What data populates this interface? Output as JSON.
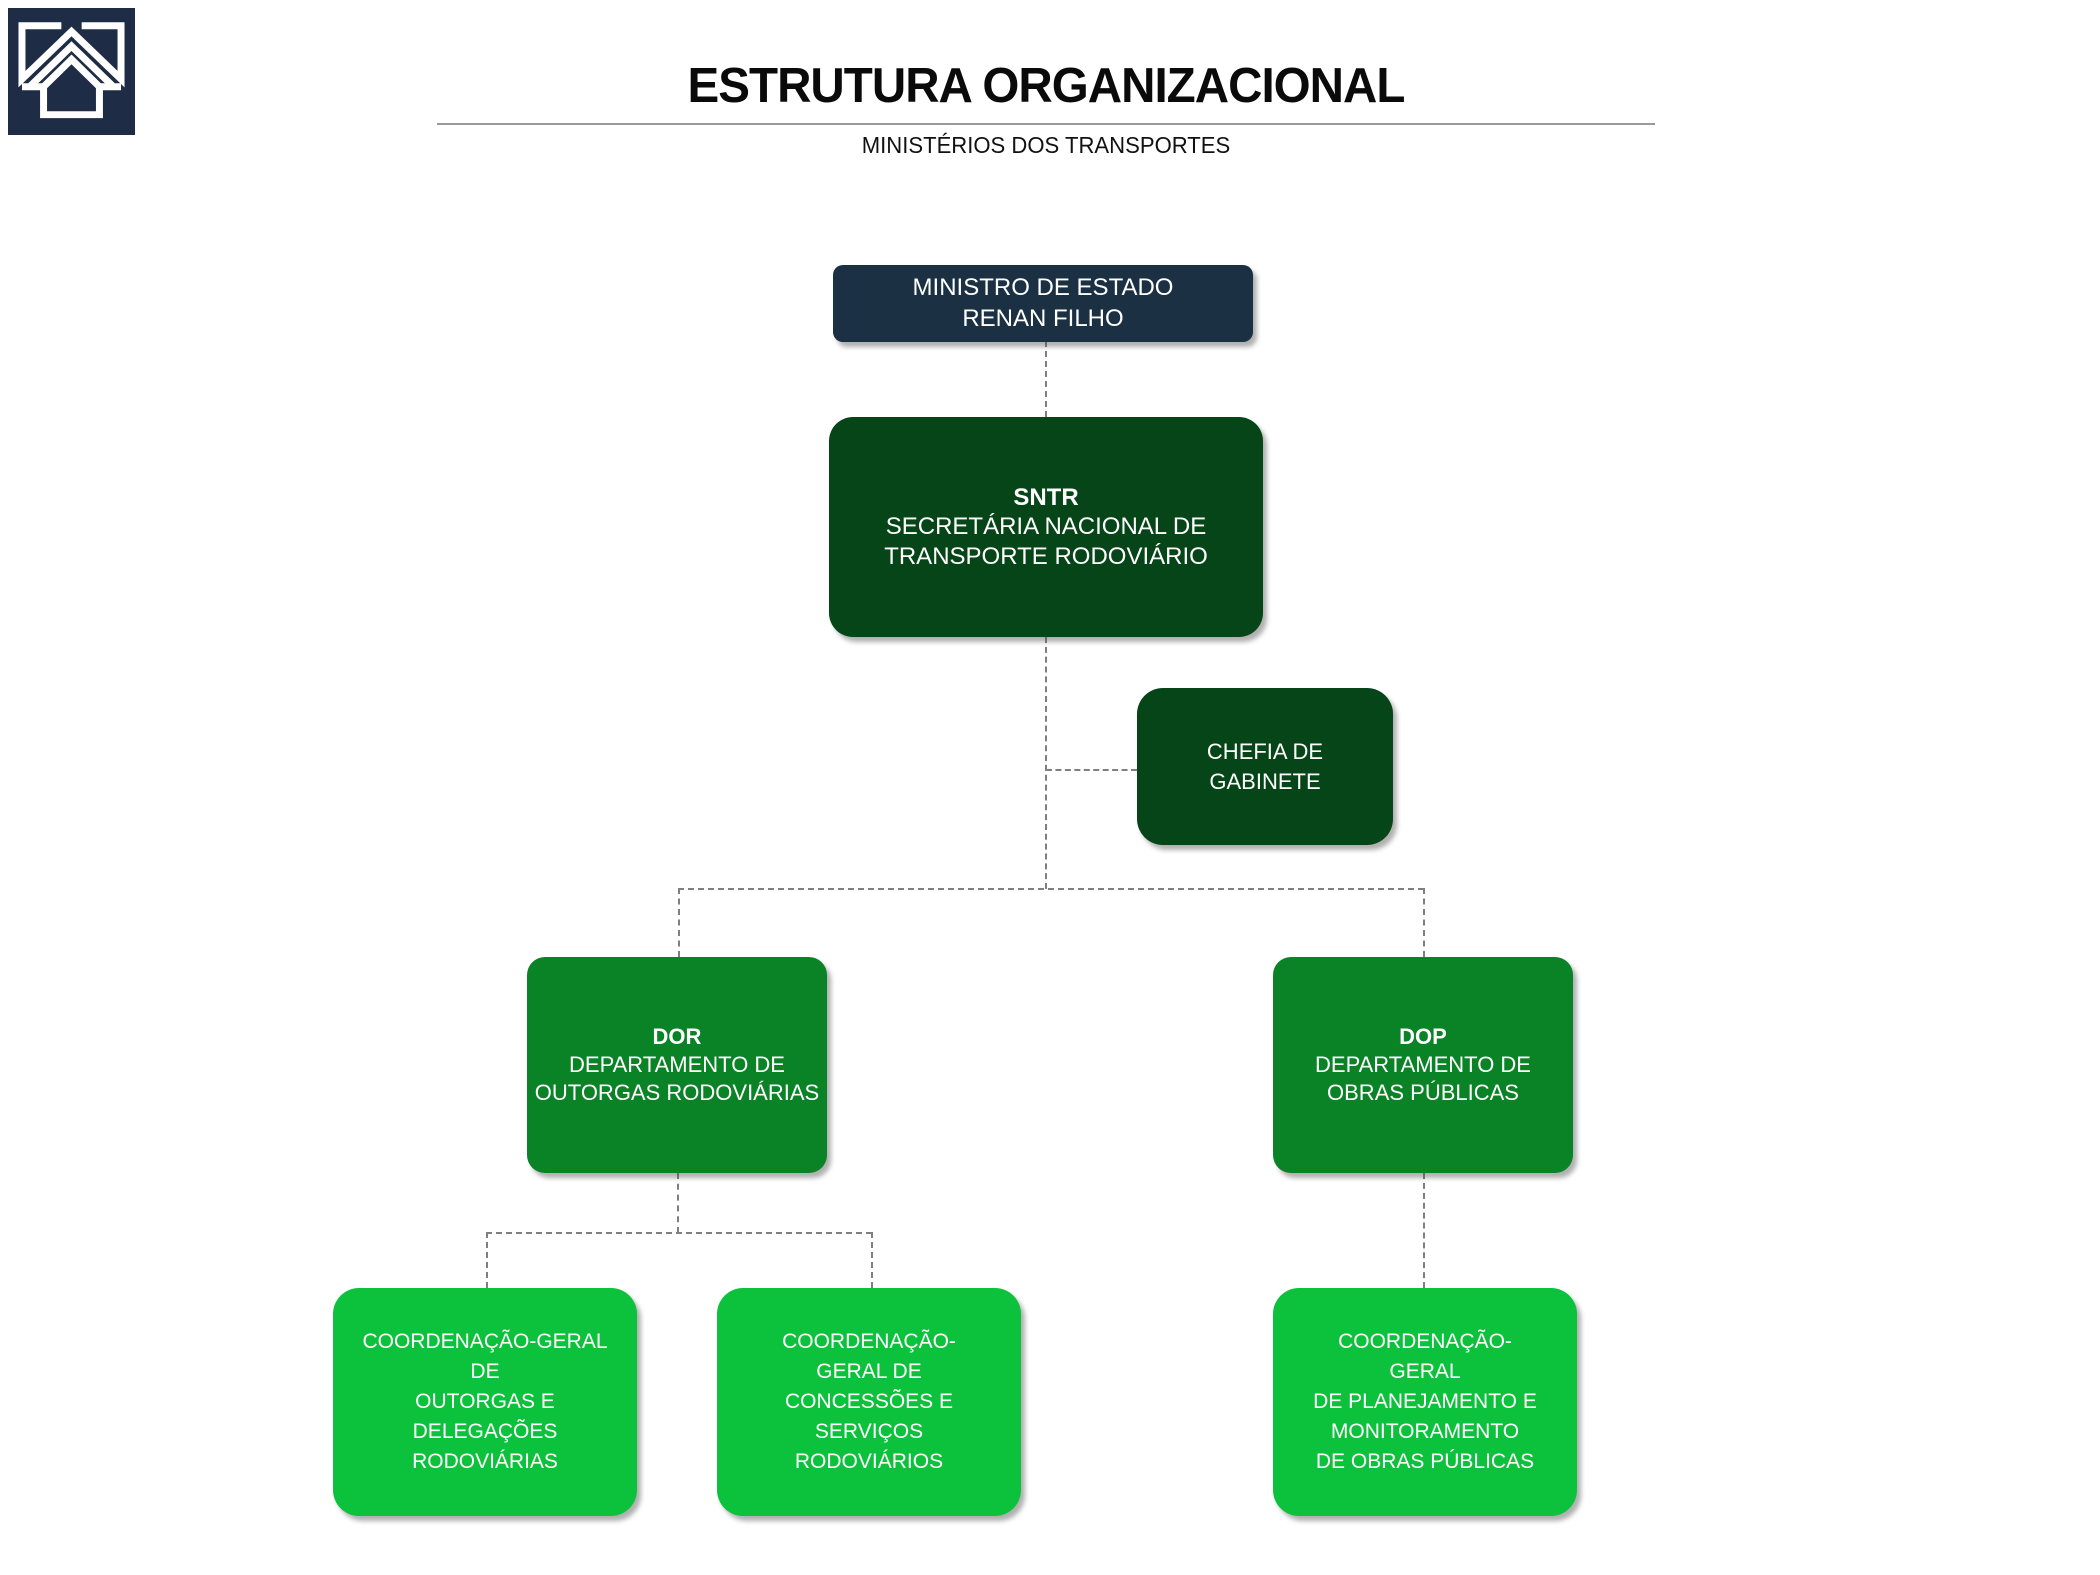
{
  "header": {
    "title": "ESTRUTURA ORGANIZACIONAL",
    "subtitle": "MINISTÉRIOS DOS TRANSPORTES"
  },
  "logo": {
    "name": "ministerio-dos-transportes-logo",
    "background": "#1e2c46",
    "glyph_color": "#ffffff"
  },
  "colors": {
    "minister_navy": "#1b3042",
    "secretariat_dark_green": "#064517",
    "department_medium_green": "#0a8226",
    "coordination_bright_green": "#0cc23c",
    "connector_gray": "#7f7f7f",
    "divider_gray": "#9a9a9a",
    "text_white": "#ffffff"
  },
  "nodes": {
    "ministro": {
      "line1": "MINISTRO DE ESTADO",
      "line2": "RENAN FILHO"
    },
    "sntr": {
      "acronym": "SNTR",
      "line1": "SECRETÁRIA NACIONAL DE",
      "line2": "TRANSPORTE RODOVIÁRIO"
    },
    "chefia": {
      "line1": "CHEFIA DE",
      "line2": "GABINETE"
    },
    "dor": {
      "acronym": "DOR",
      "line1": "DEPARTAMENTO DE",
      "line2": "OUTORGAS RODOVIÁRIAS"
    },
    "dop": {
      "acronym": "DOP",
      "line1": "DEPARTAMENTO DE",
      "line2": "OBRAS PÚBLICAS"
    },
    "cg_outorgas": {
      "line1": "COORDENAÇÃO-GERAL",
      "line2": "DE",
      "line3": "OUTORGAS E",
      "line4": "DELEGAÇÕES",
      "line5": "RODOVIÁRIAS"
    },
    "cg_concessoes": {
      "line1": "COORDENAÇÃO-",
      "line2": "GERAL DE",
      "line3": "CONCESSÕES E",
      "line4": "SERVIÇOS",
      "line5": "RODOVIÁRIOS"
    },
    "cg_planejamento": {
      "line1": "COORDENAÇÃO-",
      "line2": "GERAL",
      "line3": "DE PLANEJAMENTO E",
      "line4": "MONITORAMENTO",
      "line5": "DE OBRAS PÚBLICAS"
    }
  }
}
